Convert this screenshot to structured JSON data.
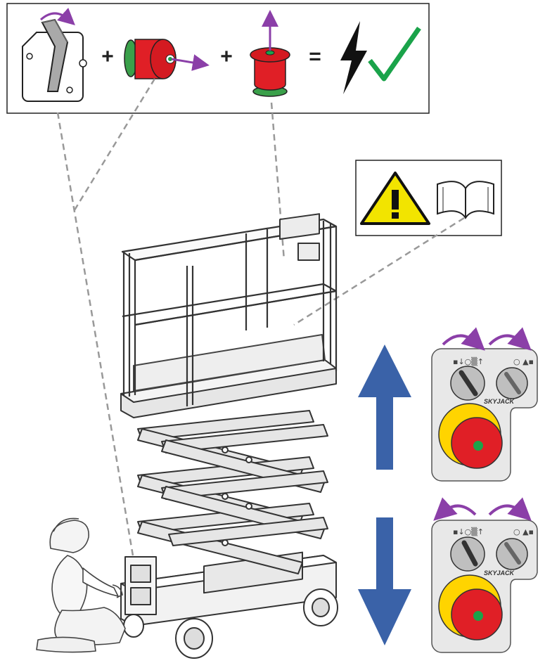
{
  "sequence": {
    "plus_1": "+",
    "plus_2": "+",
    "equals": "=",
    "steps": [
      {
        "name": "key switch turn",
        "icon": "key-switch-icon"
      },
      {
        "name": "emergency stop pull out",
        "icon": "emergency-stop-pull-icon"
      },
      {
        "name": "emergency stop lift",
        "icon": "emergency-stop-lift-icon"
      },
      {
        "name": "power on check",
        "icon": "power-check-icon"
      }
    ]
  },
  "warning": {
    "icons": [
      "warning-triangle-icon",
      "manual-book-icon"
    ]
  },
  "control_panels": [
    {
      "direction": "up",
      "brand": "SKYJACK",
      "arrow_icon": "up-arrow-icon"
    },
    {
      "direction": "down",
      "brand": "SKYJACK",
      "arrow_icon": "down-arrow-icon"
    }
  ],
  "colors": {
    "arrow_blue": "#3a62a8",
    "rotate_purple": "#8b3fa8",
    "estop_red": "#e01f26",
    "estop_yellow": "#ffd400",
    "check_green": "#1aa34a",
    "warning_yellow": "#f2e400",
    "green_ring": "#3aa04a"
  }
}
